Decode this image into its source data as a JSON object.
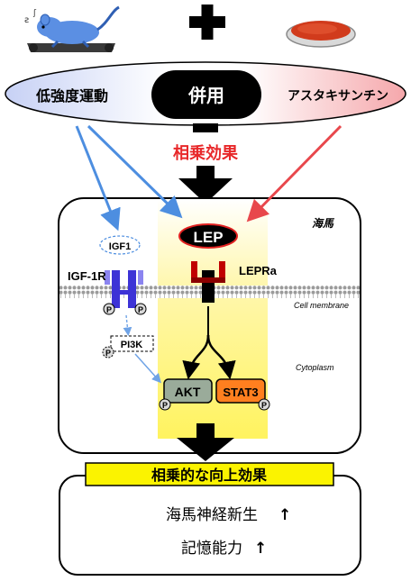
{
  "top": {
    "exercise_label": "低強度運動",
    "combined_label": "併用",
    "astaxanthin_label": "アスタキサンチン",
    "synergy_label": "相乗効果"
  },
  "cell": {
    "region_label": "海馬",
    "lep_label": "LEP",
    "leptin_receptor_label": "LEPRa",
    "igf1_label": "IGF1",
    "igf1r_label": "IGF-1R",
    "pi3k_label": "PI3K",
    "akt_label": "AKT",
    "stat3_label": "STAT3",
    "membrane_label": "Cell membrane",
    "cytoplasm_label": "Cytoplasm",
    "phospho_label": "P"
  },
  "result": {
    "header_label": "相乗的な向上効果",
    "line1": "海馬神経新生",
    "line2": "記憶能力"
  },
  "colors": {
    "exercise": "#c9d3f4",
    "astaxanthin": "#f4a9ac",
    "blue_arrow": "#4d8ee0",
    "red_arrow": "#e8474c",
    "synergy_text": "#e8282a",
    "yellow_band": "#fff9a8",
    "akt": "#9aab9a",
    "stat3": "#ff7f1f",
    "result_header": "#fbf300",
    "receptor_blue": "#3d33d6"
  }
}
